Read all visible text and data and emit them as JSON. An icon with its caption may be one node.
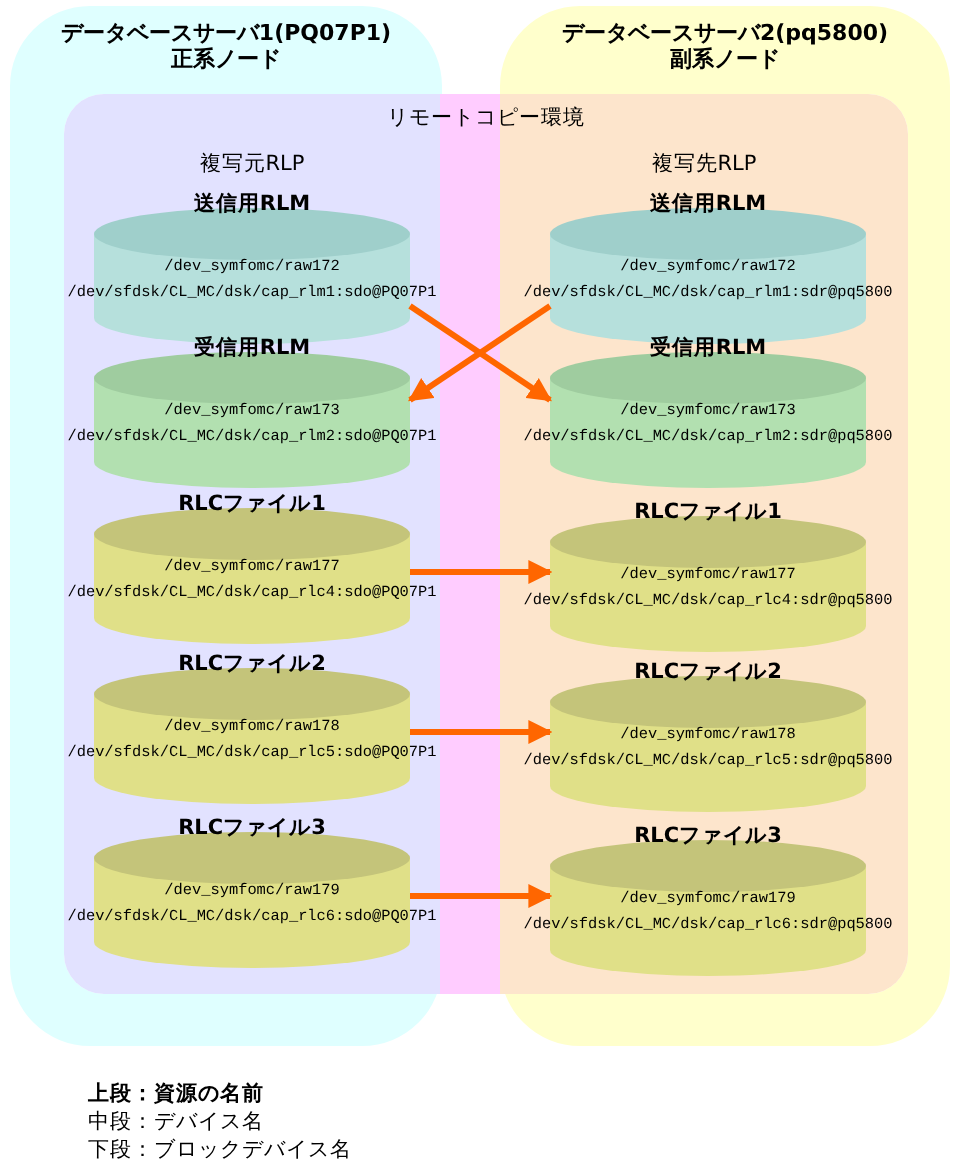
{
  "diagram": {
    "nodes": [
      {
        "text": [
          "データベースサーバ1(PQ07P1)",
          "正系ノード"
        ]
      },
      {
        "text": [
          "データベースサーバ2(pq5800)",
          "副系ノード"
        ]
      },
      {
        "text": [
          "リモートコピー環境"
        ]
      },
      {
        "text": [
          "複写元RLP"
        ],
        "in": 2
      },
      {
        "text": [
          "複写先RLP"
        ],
        "in": 2
      },
      {
        "text": [
          "送信用RLM",
          "/dev_symfomc/raw172",
          "/dev/sfdsk/CL_MC/dsk/cap_rlm1:sdo@PQ07P1"
        ],
        "in": 3
      },
      {
        "text": [
          "送信用RLM",
          "/dev_symfomc/raw172",
          "/dev/sfdsk/CL_MC/dsk/cap_rlm1:sdr@pq5800"
        ],
        "in": 4
      },
      {
        "text": [
          "受信用RLM",
          "/dev_symfomc/raw173",
          "/dev/sfdsk/CL_MC/dsk/cap_rlm2:sdo@PQ07P1"
        ],
        "in": 3
      },
      {
        "text": [
          "受信用RLM",
          "/dev_symfomc/raw173",
          "/dev/sfdsk/CL_MC/dsk/cap_rlm2:sdr@pq5800"
        ],
        "in": 4
      },
      {
        "text": [
          "RLCファイル1",
          "/dev_symfomc/raw177",
          "/dev/sfdsk/CL_MC/dsk/cap_rlc4:sdo@PQ07P1"
        ],
        "in": 3
      },
      {
        "text": [
          "RLCファイル1",
          "/dev_symfomc/raw177",
          "/dev/sfdsk/CL_MC/dsk/cap_rlc4:sdr@pq5800"
        ],
        "in": 4
      },
      {
        "text": [
          "RLCファイル2",
          "/dev_symfomc/raw178",
          "/dev/sfdsk/CL_MC/dsk/cap_rlc5:sdo@PQ07P1"
        ],
        "in": 3
      },
      {
        "text": [
          "RLCファイル2",
          "/dev_symfomc/raw178",
          "/dev/sfdsk/CL_MC/dsk/cap_rlc5:sdr@pq5800"
        ],
        "in": 4
      },
      {
        "text": [
          "RLCファイル3",
          "/dev_symfomc/raw179",
          "/dev/sfdsk/CL_MC/dsk/cap_rlc6:sdo@PQ07P1"
        ],
        "in": 3
      },
      {
        "text": [
          "RLCファイル3",
          "/dev_symfomc/raw179",
          "/dev/sfdsk/CL_MC/dsk/cap_rlc6:sdr@pq5800"
        ],
        "in": 4
      }
    ],
    "edges": [
      {
        "from": 5,
        "to": 8,
        "arrow": "to"
      },
      {
        "from": 6,
        "to": 7,
        "arrow": "to"
      },
      {
        "from": 9,
        "to": 10,
        "arrow": "to"
      },
      {
        "from": 11,
        "to": 12,
        "arrow": "to"
      },
      {
        "from": 13,
        "to": 14,
        "arrow": "to"
      }
    ],
    "labels": [
      "上段：資源の名前",
      "中段：デバイス名",
      "下段：ブロックデバイス名"
    ]
  }
}
